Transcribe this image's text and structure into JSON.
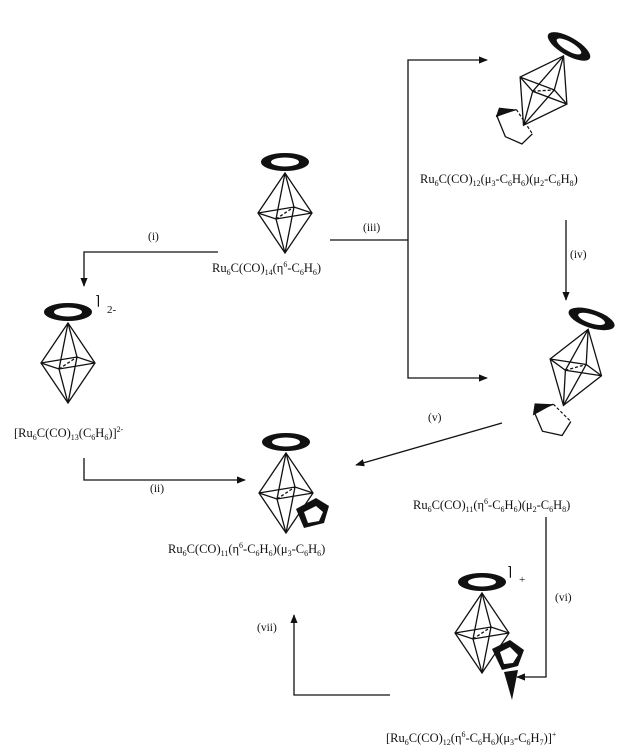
{
  "scheme": {
    "compounds": {
      "c1": {
        "pre": "Ru",
        "s1": "6",
        "mid": "C(CO)",
        "s2": "14",
        "open": "(η",
        "sup1": "6",
        "txt": "-C",
        "s3": "6",
        "txt2": "H",
        "s4": "6",
        "close": ")"
      },
      "c2": {
        "pre": "[Ru",
        "s1": "6",
        "mid": "C(CO)",
        "s2": "13",
        "open": "(C",
        "s3": "6",
        "txt": "H",
        "s4": "6",
        "close": ")]",
        "charge": "2-"
      },
      "c3": {
        "pre": "Ru",
        "s1": "6",
        "mid": "C(CO)",
        "s2": "11",
        "open": "(η",
        "sup1": "6",
        "a": "-C",
        "s3": "6",
        "b": "H",
        "s4": "6",
        "c": ")(μ",
        "s5": "3",
        "d": "-C",
        "s6": "6",
        "e": "H",
        "s7": "6",
        "close": ")"
      },
      "c4": {
        "pre": "Ru",
        "s1": "6",
        "mid": "C(CO)",
        "s2": "12",
        "open": "(μ",
        "s3": "3",
        "a": "-C",
        "s4": "6",
        "b": "H",
        "s5": "6",
        "c": ")(μ",
        "s6": "2",
        "d": "-C",
        "s7": "6",
        "e": "H",
        "s8": "8",
        "close": ")"
      },
      "c5": {
        "pre": "Ru",
        "s1": "6",
        "mid": "C(CO)",
        "s2": "11",
        "open": "(η",
        "sup1": "6",
        "a": "-C",
        "s3": "6",
        "b": "H",
        "s4": "6",
        "c": ")(μ",
        "s5": "2",
        "d": "-C",
        "s6": "6",
        "e": "H",
        "s7": "8",
        "close": ")"
      },
      "c6": {
        "pre": "[Ru",
        "s1": "6",
        "mid": "C(CO)",
        "s2": "12",
        "open": "(η",
        "sup1": "6",
        "a": "-C",
        "s3": "6",
        "b": "H",
        "s4": "6",
        "c": ")(μ",
        "s5": "3",
        "d": "-C",
        "s6": "6",
        "e": "H",
        "s7": "7",
        "close": ")]",
        "charge": "+"
      }
    },
    "charges": {
      "dianion": "2-",
      "cation": "+"
    },
    "steps": {
      "i": "(i)",
      "ii": "(ii)",
      "iii": "(iii)",
      "iv": "(iv)",
      "v": "(v)",
      "vi": "(vi)",
      "vii": "(vii)"
    }
  }
}
